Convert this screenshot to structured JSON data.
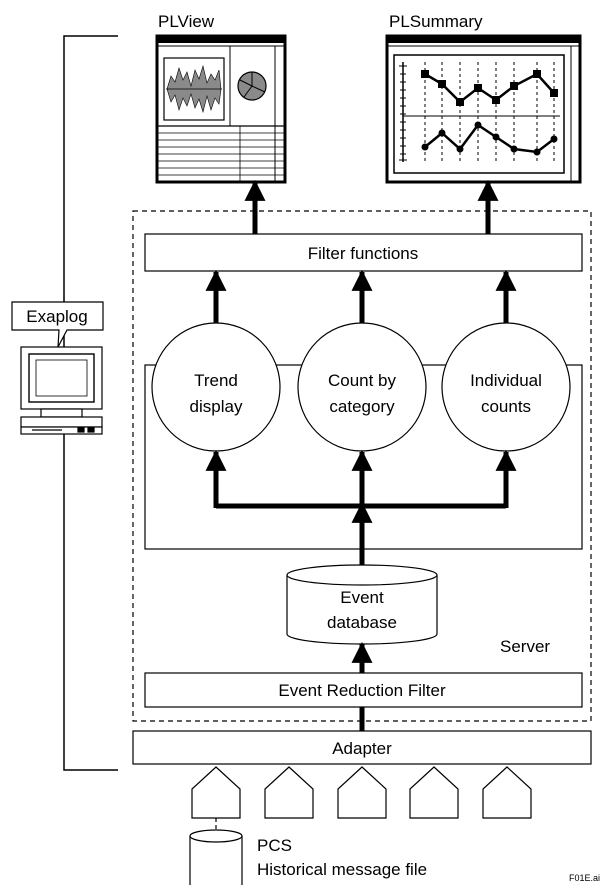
{
  "labels": {
    "plview": "PLView",
    "plsummary": "PLSummary",
    "filter_functions": "Filter functions",
    "exaplog": "Exaplog",
    "trend_line1": "Trend",
    "trend_line2": "display",
    "count_line1": "Count by",
    "count_line2": "category",
    "individual_line1": "Individual",
    "individual_line2": "counts",
    "event_line1": "Event",
    "event_line2": "database",
    "server": "Server",
    "event_reduction_filter": "Event Reduction Filter",
    "adapter": "Adapter",
    "pcs_line1": "PCS",
    "pcs_line2": "Historical message file",
    "figure_id": "F01E.ai"
  },
  "colors": {
    "stroke": "#000000",
    "background": "#ffffff",
    "window_gray": "#d0d0d0",
    "waveform_gray": "#8a8a8a"
  }
}
